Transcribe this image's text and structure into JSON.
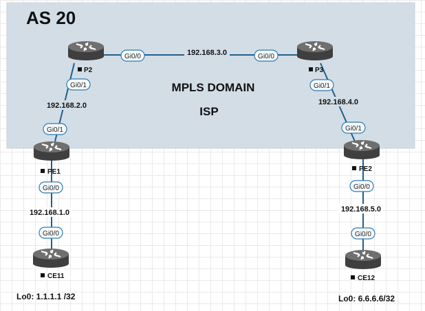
{
  "domain": {
    "as_label": "AS 20",
    "title": "MPLS DOMAIN",
    "subtitle": "ISP"
  },
  "routers": {
    "p2": {
      "name": "P2"
    },
    "p3": {
      "name": "P3"
    },
    "pe1": {
      "name": "PE1"
    },
    "pe2": {
      "name": "PE2"
    },
    "ce11": {
      "name": "CE11"
    },
    "ce12": {
      "name": "CE12"
    }
  },
  "links": {
    "p2_p3": {
      "subnet": "192.168.3.0",
      "if_a": "Gi0/0",
      "if_b": "Gi0/0"
    },
    "p2_pe1": {
      "subnet": "192.168.2.0",
      "if_a": "Gi0/1",
      "if_b": "Gi0/1"
    },
    "p3_pe2": {
      "subnet": "192.168.4.0",
      "if_a": "Gi0/1",
      "if_b": "Gi0/1"
    },
    "pe1_ce11": {
      "subnet": "192.168.1.0",
      "if_a": "Gi0/0",
      "if_b": "Gi0/0"
    },
    "pe2_ce12": {
      "subnet": "192.168.5.0",
      "if_a": "Gi0/0",
      "if_b": "Gi0/0"
    }
  },
  "loopbacks": {
    "ce11": "Lo0: 1.1.1.1 /32",
    "ce12": "Lo0: 6.6.6.6/32"
  },
  "colors": {
    "domain_fill": "#d3dde6",
    "link": "#1f5e8c",
    "interface_border": "#2d7ab1",
    "router_body": "#6f6f6f"
  }
}
